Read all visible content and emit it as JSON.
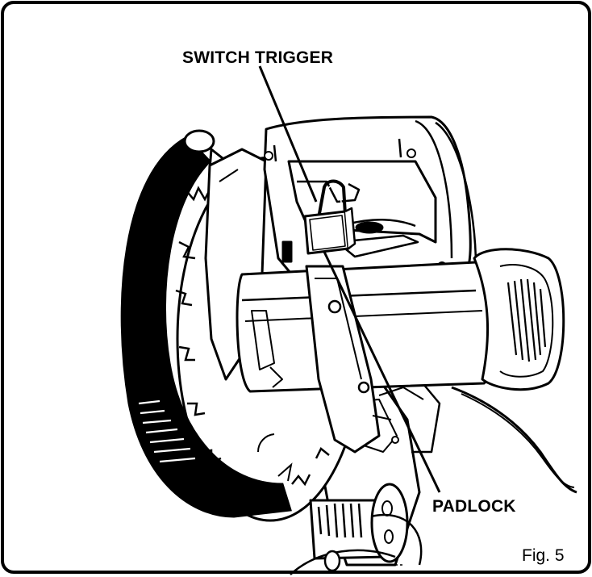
{
  "callouts": {
    "switch_trigger": "SWITCH TRIGGER",
    "padlock": "PADLOCK"
  },
  "figure": {
    "number": "Fig. 5"
  },
  "colors": {
    "ink": "#000000",
    "paper": "#ffffff"
  }
}
